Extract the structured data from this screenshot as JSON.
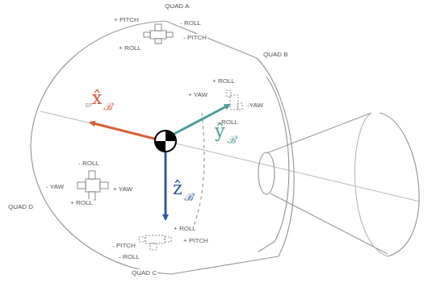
{
  "diagram": {
    "labels": [
      "QUAD A",
      "+ PITCH",
      "- ROLL",
      "- PITCH",
      "+ ROLL",
      "QUAD B",
      "+ ROLL",
      "+ YAW",
      "-YAW",
      "- ROLL",
      "- ROLL",
      "- YAW",
      "+ YAW",
      "+ ROLL",
      "QUAD D",
      "+ ROLL",
      "- PITCH",
      "+ PITCH",
      "- ROLL",
      "QUAD C",
      "SP",
      "x̂",
      "ℬ",
      "ŷ",
      "ℬ",
      "ẑ",
      "ℬ"
    ]
  }
}
